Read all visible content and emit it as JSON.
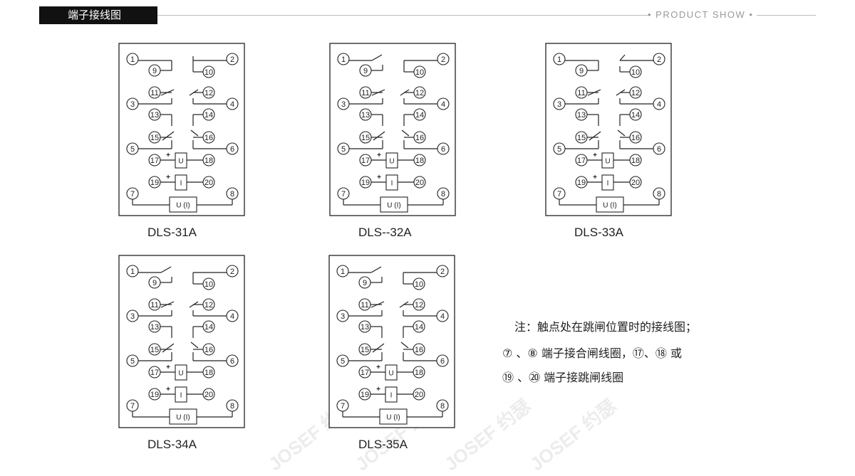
{
  "header": {
    "title": "端子接线图",
    "right_label": "• PRODUCT SHOW •"
  },
  "diagrams": [
    {
      "label": "DLS-31A",
      "variant": "31A"
    },
    {
      "label": "DLS--32A",
      "variant": "32A"
    },
    {
      "label": "DLS-33A",
      "variant": "33A"
    },
    {
      "label": "DLS-34A",
      "variant": "34A"
    },
    {
      "label": "DLS-35A",
      "variant": "35A"
    }
  ],
  "diagram_text": {
    "terminals": [
      "1",
      "2",
      "3",
      "4",
      "5",
      "6",
      "7",
      "8",
      "9",
      "10",
      "11",
      "12",
      "13",
      "14",
      "15",
      "16",
      "17",
      "18",
      "19",
      "20"
    ],
    "u_box": "U",
    "i_box": "I",
    "ui_box": "U (I)",
    "plus": "+"
  },
  "note": {
    "line1": "注：触点处在跳闸位置时的接线图；",
    "line2": "⑦ 、⑧ 端子接合闸线圈，⑰、⑱ 或",
    "line3": "⑲ 、⑳ 端子接跳闸线圈"
  },
  "watermark": "JOSEF 约瑟"
}
